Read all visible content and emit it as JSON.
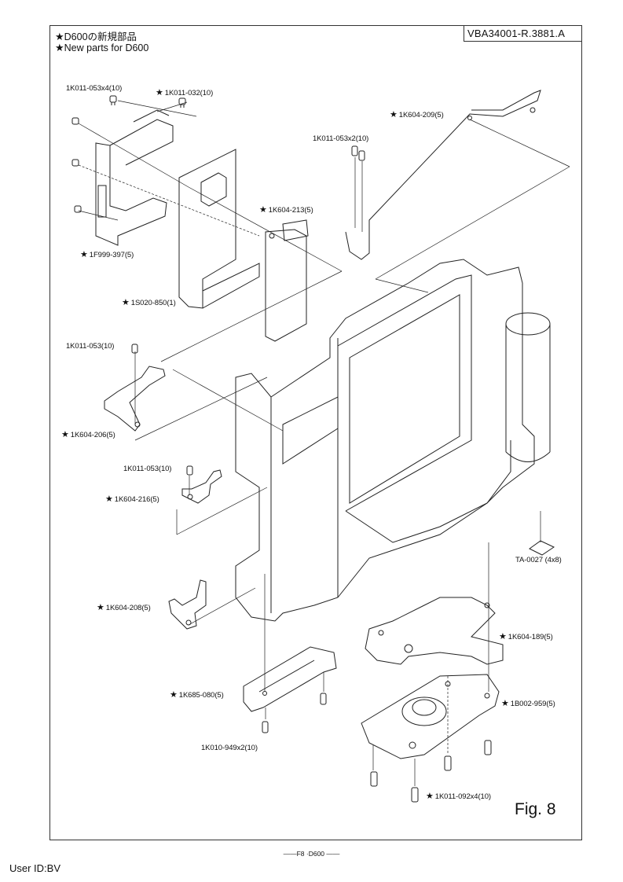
{
  "document": {
    "doc_id": "VBA34001-R.3881.A",
    "notes": [
      {
        "star": "★",
        "text": "D600の新規部品"
      },
      {
        "star": "★",
        "text": "New parts for D600"
      }
    ],
    "figure_label": "Fig. 8",
    "footer": "——F8 ·D600 ——",
    "user_id": "User ID:BV"
  },
  "parts": [
    {
      "id": "p1",
      "star": "",
      "label": "1K011-053x4(10)"
    },
    {
      "id": "p2",
      "star": "★",
      "label": "1K011-032(10)"
    },
    {
      "id": "p3",
      "star": "★",
      "label": "1F999-397(5)"
    },
    {
      "id": "p4",
      "star": "★",
      "label": "1S020-850(1)"
    },
    {
      "id": "p5",
      "star": "★",
      "label": "1K604-213(5)"
    },
    {
      "id": "p6",
      "star": "★",
      "label": "1K604-209(5)"
    },
    {
      "id": "p7",
      "star": "",
      "label": "1K011-053x2(10)"
    },
    {
      "id": "p8",
      "star": "",
      "label": "1K011-053(10)"
    },
    {
      "id": "p9",
      "star": "★",
      "label": "1K604-206(5)"
    },
    {
      "id": "p10",
      "star": "",
      "label": "1K011-053(10)"
    },
    {
      "id": "p11",
      "star": "★",
      "label": "1K604-216(5)"
    },
    {
      "id": "p12",
      "star": "",
      "label": "TA-0027 (4x8)"
    },
    {
      "id": "p13",
      "star": "★",
      "label": "1K604-208(5)"
    },
    {
      "id": "p14",
      "star": "★",
      "label": "1K604-189(5)"
    },
    {
      "id": "p15",
      "star": "★",
      "label": "1K685-080(5)"
    },
    {
      "id": "p16",
      "star": "★",
      "label": "1B002-959(5)"
    },
    {
      "id": "p17",
      "star": "",
      "label": "1K010-949x2(10)"
    },
    {
      "id": "p18",
      "star": "★",
      "label": "1K011-092x4(10)"
    }
  ]
}
